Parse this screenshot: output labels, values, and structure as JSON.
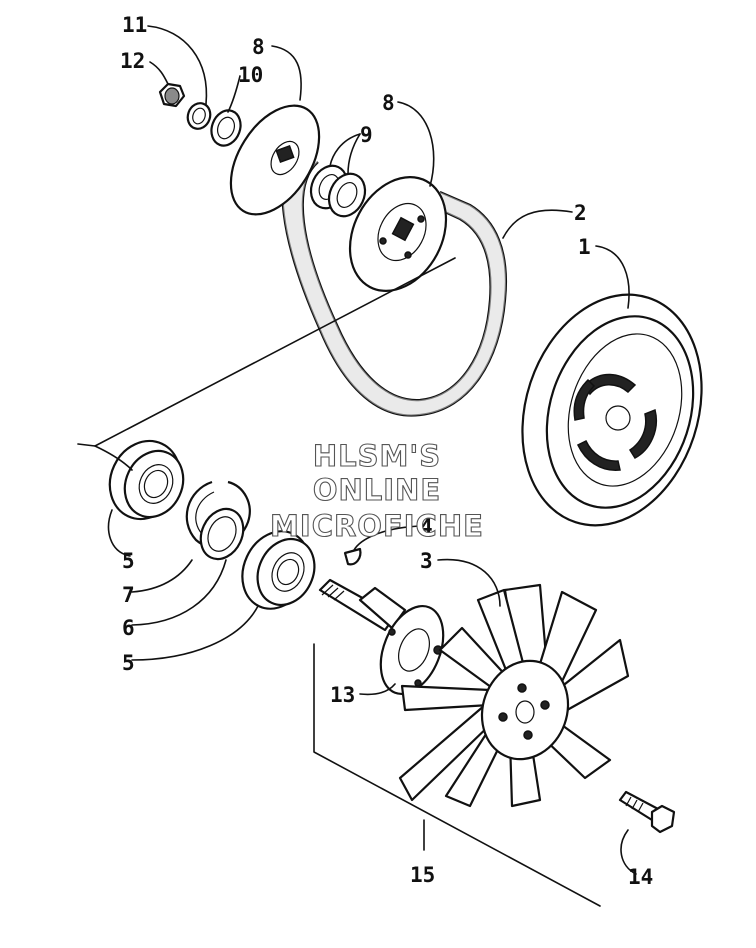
{
  "watermark": {
    "line1": "HLSM'S",
    "line2": "ONLINE",
    "line3": "MICROFICHE"
  },
  "callouts": [
    {
      "id": "c11",
      "text": "11"
    },
    {
      "id": "c12",
      "text": "12"
    },
    {
      "id": "c8a",
      "text": "8"
    },
    {
      "id": "c10",
      "text": "10"
    },
    {
      "id": "c8b",
      "text": "8"
    },
    {
      "id": "c9",
      "text": "9"
    },
    {
      "id": "c2",
      "text": "2"
    },
    {
      "id": "c1",
      "text": "1"
    },
    {
      "id": "c4",
      "text": "4"
    },
    {
      "id": "c3",
      "text": "3"
    },
    {
      "id": "c5a",
      "text": "5"
    },
    {
      "id": "c7",
      "text": "7"
    },
    {
      "id": "c6",
      "text": "6"
    },
    {
      "id": "c5b",
      "text": "5"
    },
    {
      "id": "c13",
      "text": "13"
    },
    {
      "id": "c15",
      "text": "15"
    },
    {
      "id": "c14",
      "text": "14"
    }
  ]
}
